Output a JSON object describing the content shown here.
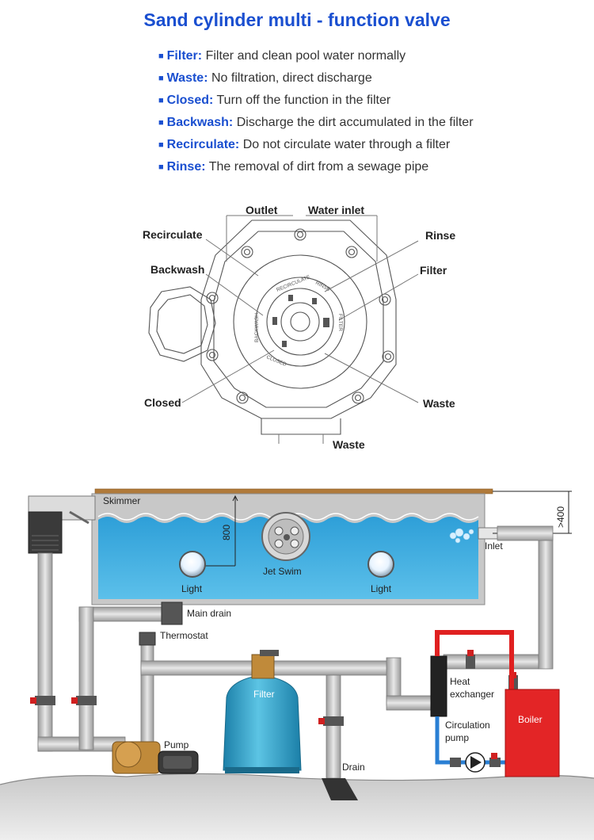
{
  "title": "Sand cylinder multi - function valve",
  "functions": [
    {
      "name": "Filter:",
      "desc": "Filter and clean pool water normally"
    },
    {
      "name": "Waste:",
      "desc": "No filtration, direct discharge"
    },
    {
      "name": "Closed:",
      "desc": "Turn off the function in the filter"
    },
    {
      "name": "Backwash:",
      "desc": "Discharge the dirt accumulated in the filter"
    },
    {
      "name": "Recirculate:",
      "desc": "Do not circulate water through a filter"
    },
    {
      "name": "Rinse:",
      "desc": "The removal of dirt from a sewage pipe"
    }
  ],
  "valve": {
    "outlet": "Outlet",
    "water_inlet": "Water inlet",
    "recirculate": "Recirculate",
    "rinse": "Rinse",
    "backwash": "Backwash",
    "filter": "Filter",
    "closed": "Closed",
    "waste_right": "Waste",
    "waste_bottom": "Waste",
    "dial": {
      "recirculate": "RECIRCULATE",
      "rinse": "RINSE",
      "filter": "FILTER",
      "backwash": "BACKWASH",
      "closed": "CLOSED"
    }
  },
  "pool": {
    "skimmer": "Skimmer",
    "depth": "800",
    "height_note": ">400",
    "inlet": "Inlet",
    "jet_swim": "Jet Swim",
    "light_left": "Light",
    "light_right": "Light",
    "main_drain": "Main drain",
    "thermostat": "Thermostat",
    "filter": "Filter",
    "heat_exchanger_1": "Heat",
    "heat_exchanger_2": "exchanger",
    "circulation_pump_1": "Circulation",
    "circulation_pump_2": "pump",
    "boiler": "Boiler",
    "pump": "Pump",
    "drain": "Drain"
  },
  "colors": {
    "accent": "#1a4fd0",
    "water": "#34a8dc",
    "hot_pipe": "#e02020",
    "cold_pipe": "#2a7fd4",
    "boiler": "#e32526",
    "filter_tank": "#2aa0c8",
    "pump": "#c08a3a"
  }
}
